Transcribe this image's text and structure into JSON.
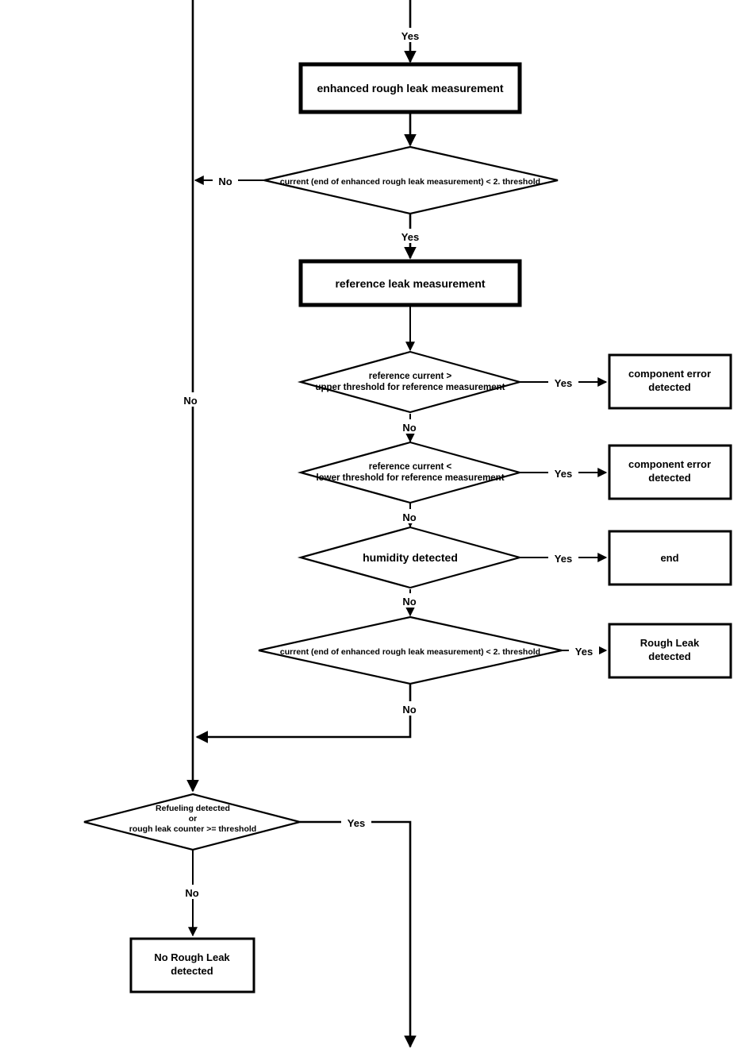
{
  "diagram": {
    "title": "rough leak detection flowchart",
    "type": "flowchart",
    "background_color": "#ffffff",
    "line_color": "#000000"
  },
  "nodes": {
    "enhanced_rough_leak_measurement": "enhanced rough leak measurement",
    "decision_current_2nd_threshold_top": "current (end of enhanced rough leak measurement) < 2. threshold",
    "reference_leak_measurement": "reference leak measurement",
    "decision_ref_upper_line1": "reference current  >",
    "decision_ref_upper_line2": "upper threshold for reference measurement",
    "component_error_detected_1_line1": "component error",
    "component_error_detected_1_line2": "detected",
    "decision_ref_lower_line1": "reference current  <",
    "decision_ref_lower_line2": "lower threshold for reference measurement",
    "component_error_detected_2_line1": "component error",
    "component_error_detected_2_line2": "detected",
    "decision_humidity": "humidity detected",
    "end_node": "end",
    "decision_current_2nd_threshold_bottom": "current (end of enhanced rough leak measurement) < 2. threshold",
    "rough_leak_detected_line1": "Rough Leak",
    "rough_leak_detected_line2": "detected",
    "decision_refueling_line1": "Refueling detected",
    "decision_refueling_line2": "or",
    "decision_refueling_line3": "rough leak counter >= threshold",
    "no_rough_leak_detected_line1": "No Rough Leak",
    "no_rough_leak_detected_line2": "detected"
  },
  "edge_labels": {
    "entry_yes": "Yes",
    "threshold_top_no": "No",
    "threshold_top_yes": "Yes",
    "ref_upper_yes": "Yes",
    "ref_upper_no": "No",
    "ref_lower_yes": "Yes",
    "ref_lower_no": "No",
    "humidity_yes": "Yes",
    "humidity_no": "No",
    "threshold_bottom_yes": "Yes",
    "threshold_bottom_no": "No",
    "bypass_no": "No",
    "refueling_yes": "Yes",
    "refueling_no": "No"
  }
}
